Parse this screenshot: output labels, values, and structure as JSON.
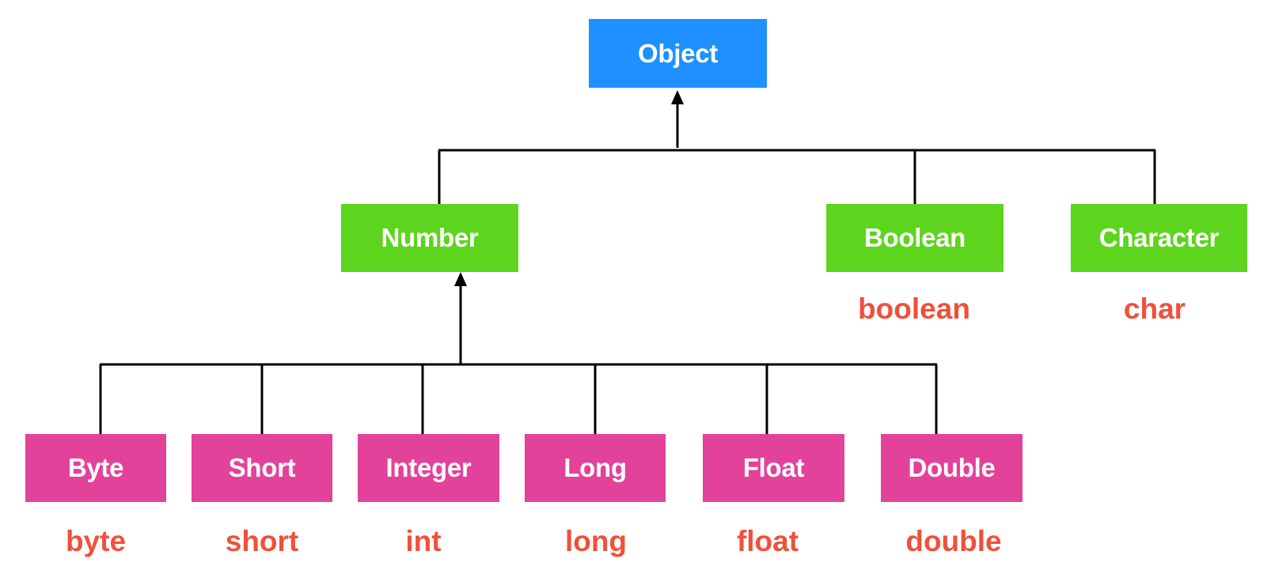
{
  "diagram": {
    "root": {
      "label": "Object",
      "color": "#1e90ff"
    },
    "middle": [
      {
        "label": "Number",
        "primitive": "",
        "color": "#5dd41e"
      },
      {
        "label": "Boolean",
        "primitive": "boolean",
        "color": "#5dd41e"
      },
      {
        "label": "Character",
        "primitive": "char",
        "color": "#5dd41e"
      }
    ],
    "leaves": [
      {
        "label": "Byte",
        "primitive": "byte",
        "color": "#e3429a"
      },
      {
        "label": "Short",
        "primitive": "short",
        "color": "#e3429a"
      },
      {
        "label": "Integer",
        "primitive": "int",
        "color": "#e3429a"
      },
      {
        "label": "Long",
        "primitive": "long",
        "color": "#e3429a"
      },
      {
        "label": "Float",
        "primitive": "float",
        "color": "#e3429a"
      },
      {
        "label": "Double",
        "primitive": "double",
        "color": "#e3429a"
      }
    ],
    "primitive_color": "#f0503a",
    "edges": [
      {
        "from": "Number",
        "to": "Object"
      },
      {
        "from": "Boolean",
        "to": "Object"
      },
      {
        "from": "Character",
        "to": "Object"
      },
      {
        "from": "Byte",
        "to": "Number"
      },
      {
        "from": "Short",
        "to": "Number"
      },
      {
        "from": "Integer",
        "to": "Number"
      },
      {
        "from": "Long",
        "to": "Number"
      },
      {
        "from": "Float",
        "to": "Number"
      },
      {
        "from": "Double",
        "to": "Number"
      }
    ]
  }
}
